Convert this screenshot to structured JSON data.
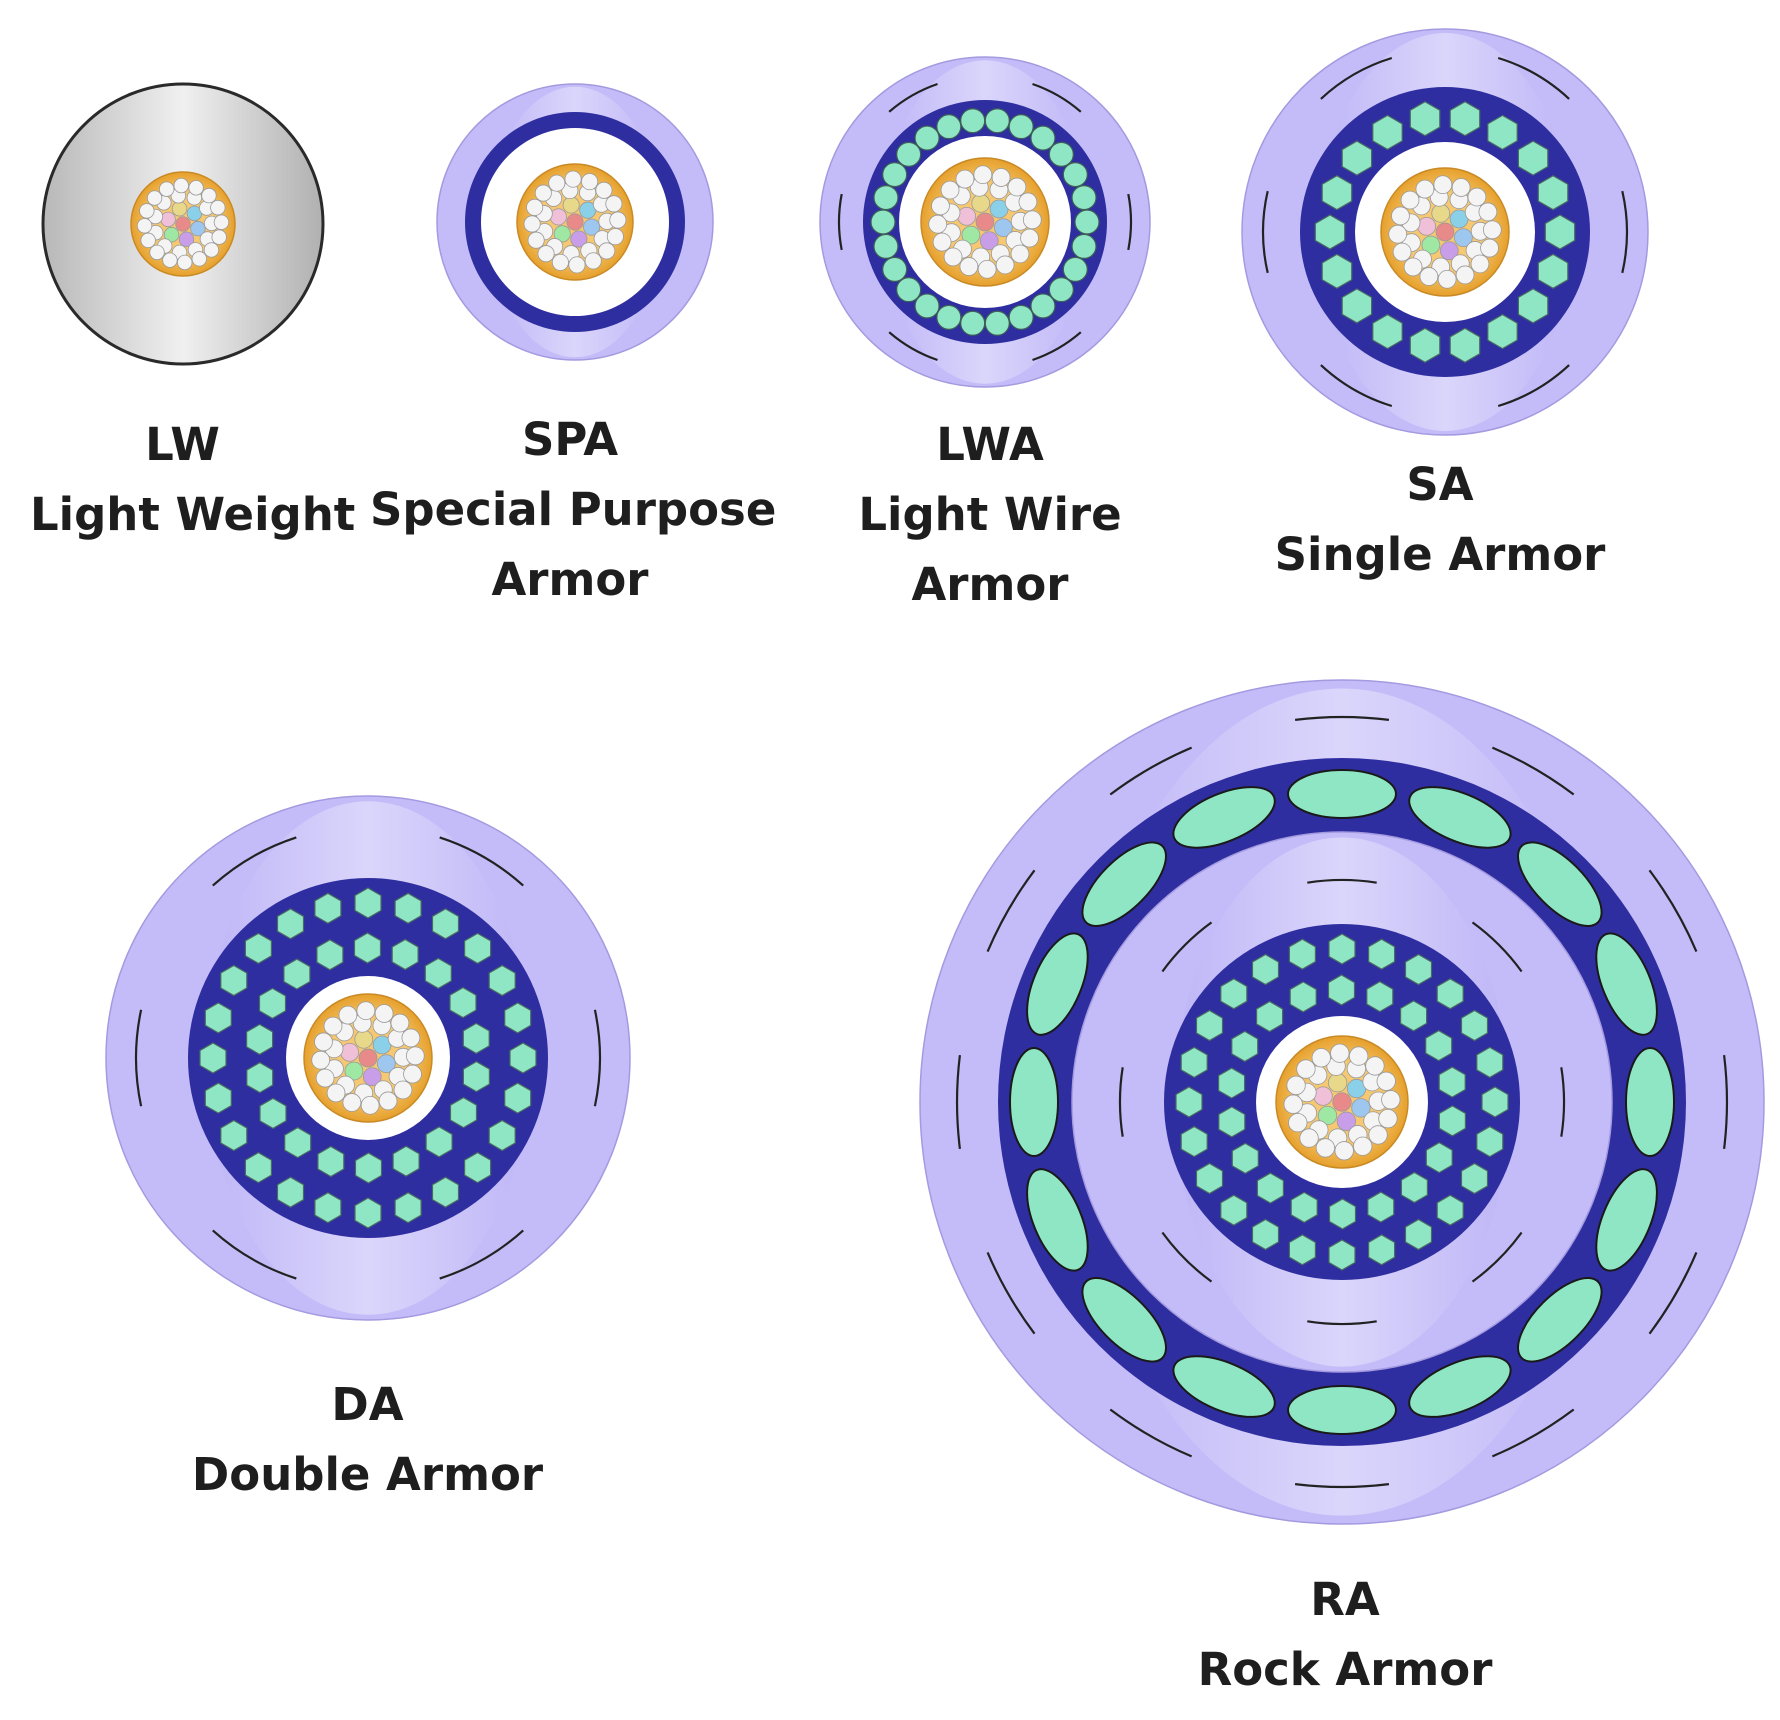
{
  "colors": {
    "sheath": "#c4bcf8",
    "sheath_light": "#ddd8fb",
    "armor_band": "#2e2ea0",
    "wire": "#8ee6c4",
    "gel": "#f1b34a",
    "lw_jacket": "#cdcdcd"
  },
  "cables": [
    {
      "code": "LW",
      "lines": [
        "Light Weight"
      ]
    },
    {
      "code": "SPA",
      "lines": [
        "Special Purpose",
        "Armor"
      ]
    },
    {
      "code": "LWA",
      "lines": [
        "Light Wire",
        "Armor"
      ]
    },
    {
      "code": "SA",
      "lines": [
        "Single Armor"
      ]
    },
    {
      "code": "DA",
      "lines": [
        "Double Armor"
      ]
    },
    {
      "code": "RA",
      "lines": [
        "Rock Armor"
      ]
    }
  ]
}
